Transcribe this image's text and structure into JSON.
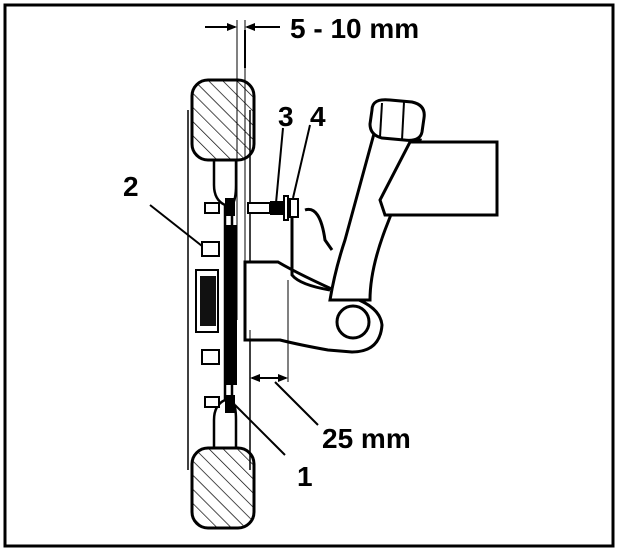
{
  "diagram": {
    "dimensions": {
      "gap": "5 - 10 mm",
      "clearance": "25 mm"
    },
    "callouts": [
      "1",
      "2",
      "3",
      "4"
    ]
  }
}
